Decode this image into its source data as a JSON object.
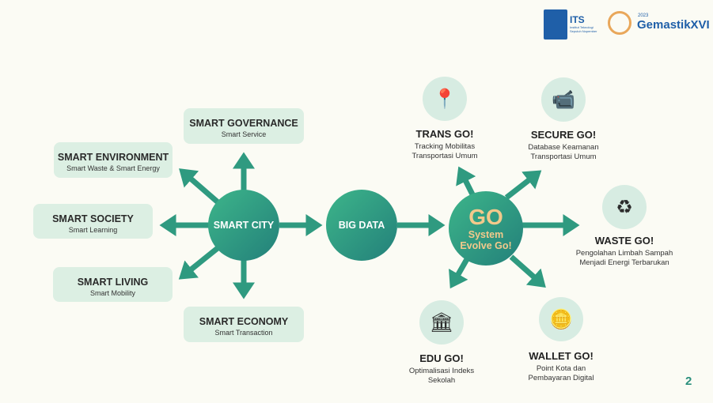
{
  "logos": {
    "its": "ITS",
    "its_sub": "Institut Teknologi Sepuluh Nopember",
    "gemastik_year": "2023",
    "gemastik": "GemastikXVI"
  },
  "smart_city": {
    "center": "SMART CITY",
    "items": [
      {
        "title": "SMART GOVERNANCE",
        "sub": "Smart Service"
      },
      {
        "title": "SMART ENVIRONMENT",
        "sub": "Smart Waste & Smart Energy"
      },
      {
        "title": "SMART SOCIETY",
        "sub": "Smart Learning"
      },
      {
        "title": "SMART LIVING",
        "sub": "Smart Mobility"
      },
      {
        "title": "SMART ECONOMY",
        "sub": "Smart Transaction"
      }
    ]
  },
  "big_data": "BIG DATA",
  "system": {
    "logo": "GO",
    "line1": "System",
    "line2": "Evolve Go!"
  },
  "go_items": [
    {
      "title": "TRANS GO!",
      "sub1": "Tracking Mobilitas",
      "sub2": "Transportasi Umum",
      "icon": "map-pin-icon"
    },
    {
      "title": "SECURE GO!",
      "sub1": "Database Keamanan",
      "sub2": "Transportasi Umum",
      "icon": "cctv-icon"
    },
    {
      "title": "WASTE GO!",
      "sub1": "Pengolahan Limbah Sampah",
      "sub2": "Menjadi Energi Terbarukan",
      "icon": "recycle-bin-icon"
    },
    {
      "title": "EDU GO!",
      "sub1": "Optimalisasi Indeks",
      "sub2": "Sekolah",
      "icon": "school-icon"
    },
    {
      "title": "WALLET GO!",
      "sub1": "Point Kota dan",
      "sub2": "Pembayaran Digital",
      "icon": "coin-icon"
    }
  ],
  "page_number": "2",
  "colors": {
    "accent": "#2a8f7c",
    "box": "#dcefe3",
    "gold": "#f3c98b"
  }
}
